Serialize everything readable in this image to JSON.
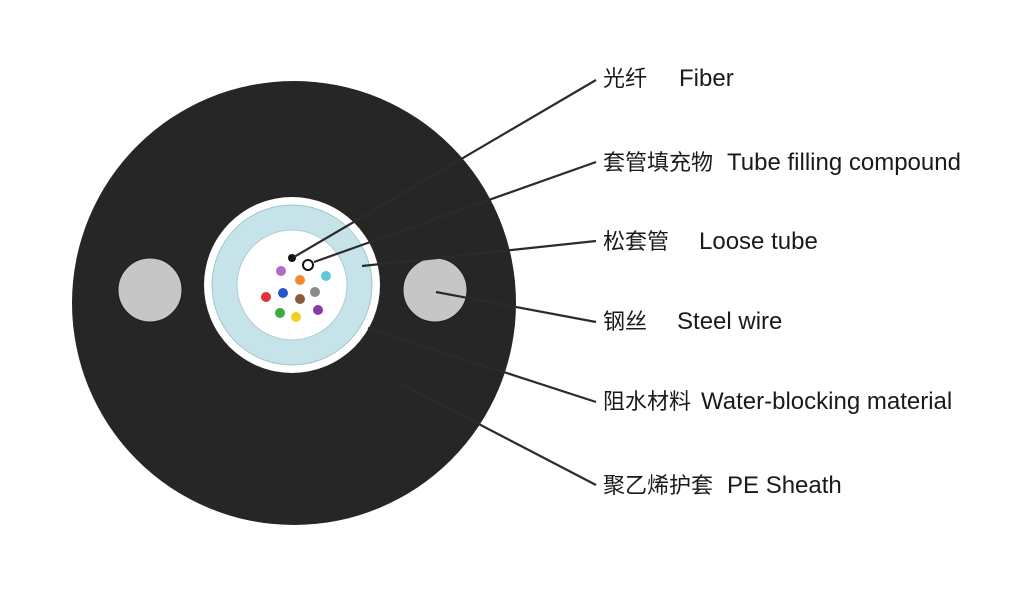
{
  "colors": {
    "sheath": "#262626",
    "steel_wire": "#c6c6c6",
    "water_blocking": "#ffffff",
    "loose_tube": "#c5e3e8",
    "filling_compound": "#ffffff",
    "leader_line": "#2b2b2b",
    "text": "#1a1a1a"
  },
  "fiber_colors": [
    "#b06ac9",
    "#f08a2a",
    "#5ec8e0",
    "#e2323a",
    "#2458c8",
    "#8c5a3c",
    "#8a8a8a",
    "#3fa844",
    "#f2d21e",
    "#8a3aa8"
  ],
  "labels": [
    {
      "key": "fiber",
      "cn": "光纤",
      "en": "Fiber"
    },
    {
      "key": "filling",
      "cn": "套管填充物",
      "en": "Tube filling compound"
    },
    {
      "key": "loose",
      "cn": "松套管",
      "en": "Loose tube"
    },
    {
      "key": "steel",
      "cn": "钢丝",
      "en": "Steel wire"
    },
    {
      "key": "water",
      "cn": "阻水材料",
      "en": "Water-blocking material"
    },
    {
      "key": "sheath",
      "cn": "聚乙烯护套",
      "en": "PE Sheath"
    }
  ]
}
